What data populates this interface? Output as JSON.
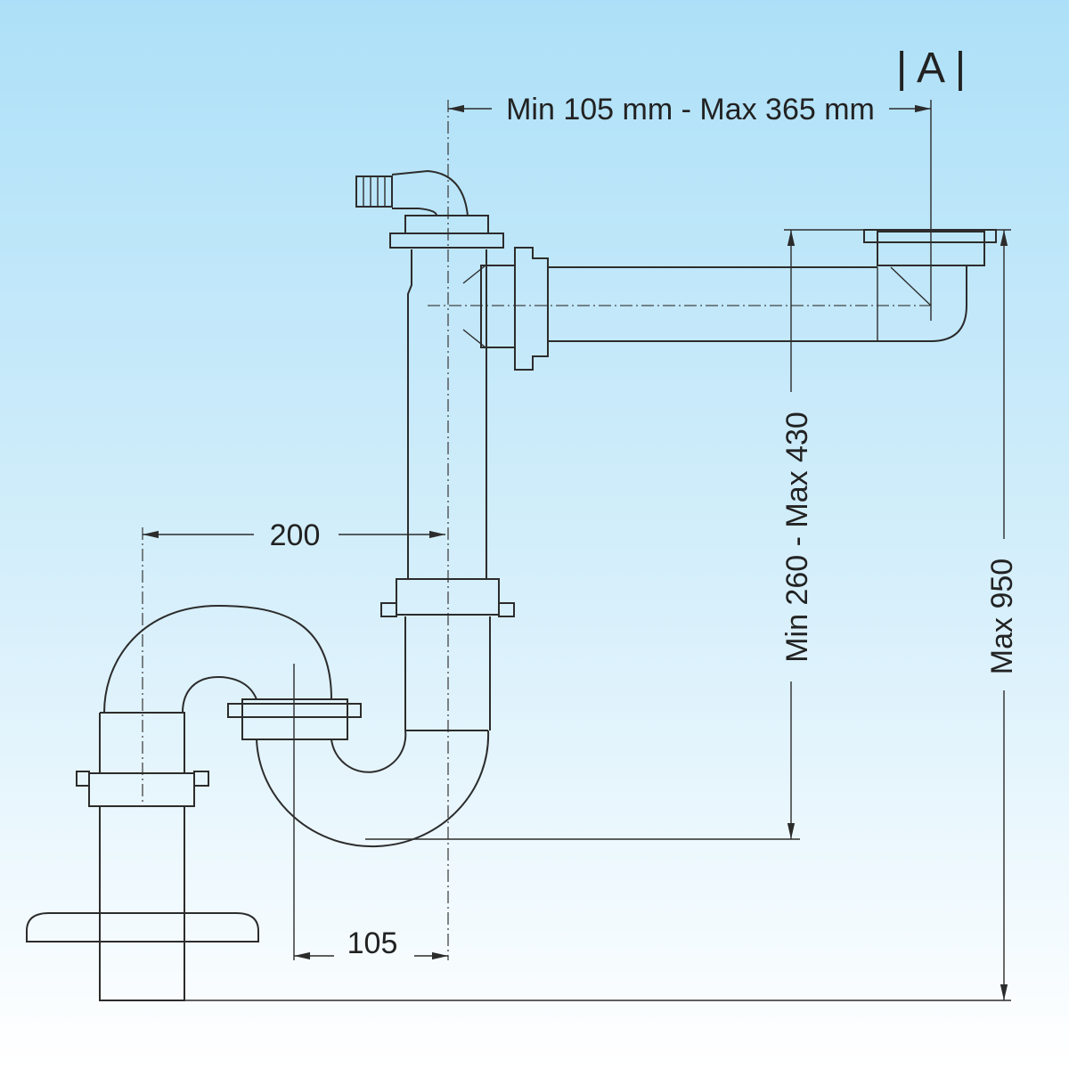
{
  "view_label": "| A |",
  "dimensions": {
    "top_width": "Min 105 mm - Max 365 mm",
    "offset_200": "200",
    "offset_105": "105",
    "height_range": "Min 260 - Max 430",
    "max_height": "Max 950"
  },
  "colors": {
    "line": "#2c2c2c",
    "background_top": "#ade0f8",
    "background_bottom": "#ffffff"
  }
}
